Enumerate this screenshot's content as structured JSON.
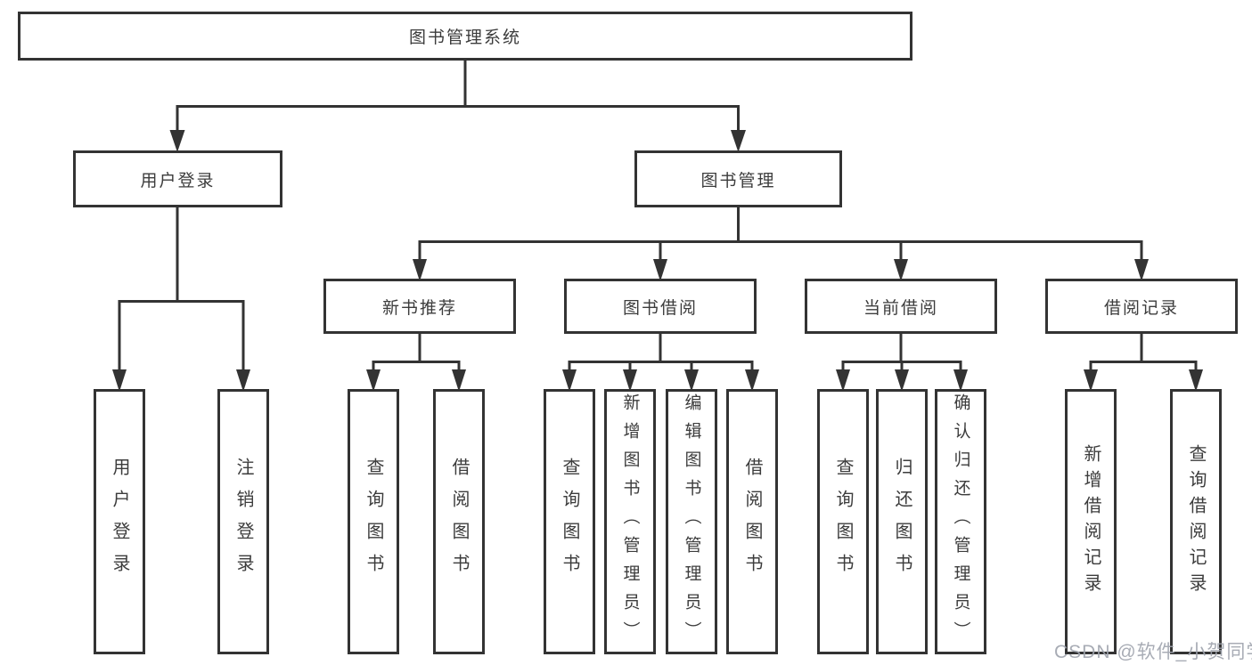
{
  "diagram": {
    "type": "hierarchy-tree",
    "root": {
      "label": "图书管理系统"
    },
    "level2": [
      {
        "label": "用户登录",
        "parent": "图书管理系统"
      },
      {
        "label": "图书管理",
        "parent": "图书管理系统"
      }
    ],
    "level3": [
      {
        "label": "新书推荐",
        "parent": "图书管理"
      },
      {
        "label": "图书借阅",
        "parent": "图书管理"
      },
      {
        "label": "当前借阅",
        "parent": "图书管理"
      },
      {
        "label": "借阅记录",
        "parent": "图书管理"
      }
    ],
    "leaves": [
      {
        "label": "用户登录",
        "parent": "用户登录"
      },
      {
        "label": "注销登录",
        "parent": "用户登录"
      },
      {
        "label": "查询图书",
        "parent": "新书推荐"
      },
      {
        "label": "借阅图书",
        "parent": "新书推荐"
      },
      {
        "label": "查询图书",
        "parent": "图书借阅"
      },
      {
        "label": "新增图书（管理员）",
        "parent": "图书借阅"
      },
      {
        "label": "编辑图书（管理员）",
        "parent": "图书借阅"
      },
      {
        "label": "借阅图书",
        "parent": "图书借阅"
      },
      {
        "label": "查询图书",
        "parent": "当前借阅"
      },
      {
        "label": "归还图书",
        "parent": "当前借阅"
      },
      {
        "label": "确认归还（管理员）",
        "parent": "当前借阅"
      },
      {
        "label": "新增借阅记录",
        "parent": "借阅记录"
      },
      {
        "label": "查询借阅记录",
        "parent": "借阅记录"
      }
    ],
    "watermark": "CSDN @软件_小贺同学",
    "colors": {
      "line": "#333333",
      "box_border": "#333333",
      "text": "#3c3c3c",
      "watermark": "#9ea3ad",
      "background": "#ffffff"
    }
  }
}
